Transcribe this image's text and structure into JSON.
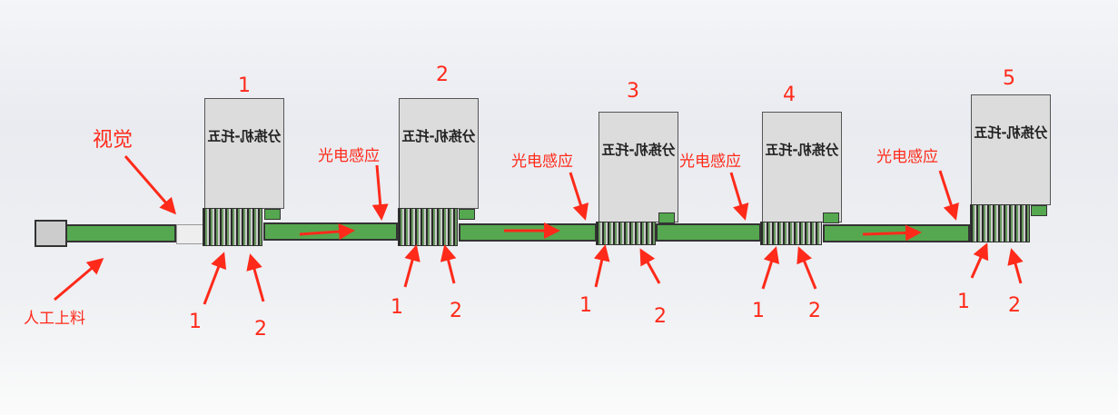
{
  "stations": [
    {
      "number": "1",
      "box_text": "分拣机-托五"
    },
    {
      "number": "2",
      "box_text": "分拣机-托五"
    },
    {
      "number": "3",
      "box_text": "分拣机-托五"
    },
    {
      "number": "4",
      "box_text": "分拣机-托五"
    },
    {
      "number": "5",
      "box_text": "分拣机-托五"
    }
  ],
  "labels": {
    "vision": "视觉",
    "manual_loading": "人工上料",
    "photo_sensor": "光电感应"
  },
  "sub_numbers": [
    "1",
    "2"
  ],
  "colors": {
    "conveyor": "#55a84f",
    "annotation": "#ff2a1a"
  }
}
